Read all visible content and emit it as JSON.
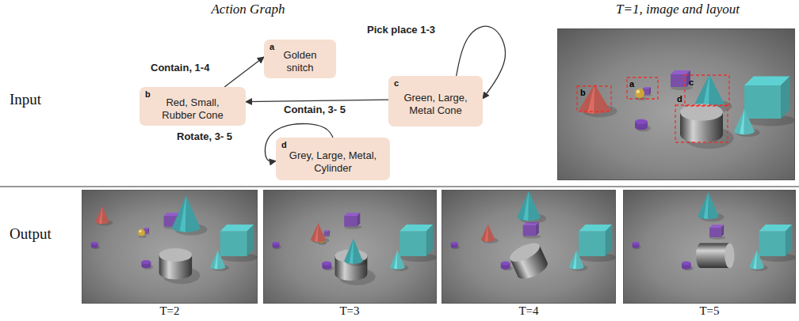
{
  "diagram": {
    "nodes": [
      {
        "text": [
          "a",
          "Golden snitch"
        ]
      },
      {
        "text": [
          "b",
          "Red, Small, Rubber Cone"
        ]
      },
      {
        "text": [
          "c",
          "Green, Large, Metal Cone"
        ]
      },
      {
        "text": [
          "d",
          "Grey, Large, Metal, Cylinder"
        ]
      }
    ],
    "edges": [
      {
        "from": 1,
        "to": 0,
        "arrow": "to",
        "label": "Contain, 1-4"
      },
      {
        "from": 2,
        "to": 1,
        "arrow": "to",
        "label": "Contain, 3- 5"
      },
      {
        "from": 2,
        "to": 2,
        "arrow": "to",
        "label": "Pick place 1-3"
      },
      {
        "from": 3,
        "to": 3,
        "arrow": "to",
        "label": "Rotate, 3- 5"
      }
    ],
    "labels": [
      "Action Graph",
      "T=1, image and layout",
      "Input",
      "Output",
      "b",
      "a",
      "c",
      "d",
      "T=2",
      "T=3",
      "T=4",
      "T=5"
    ]
  }
}
